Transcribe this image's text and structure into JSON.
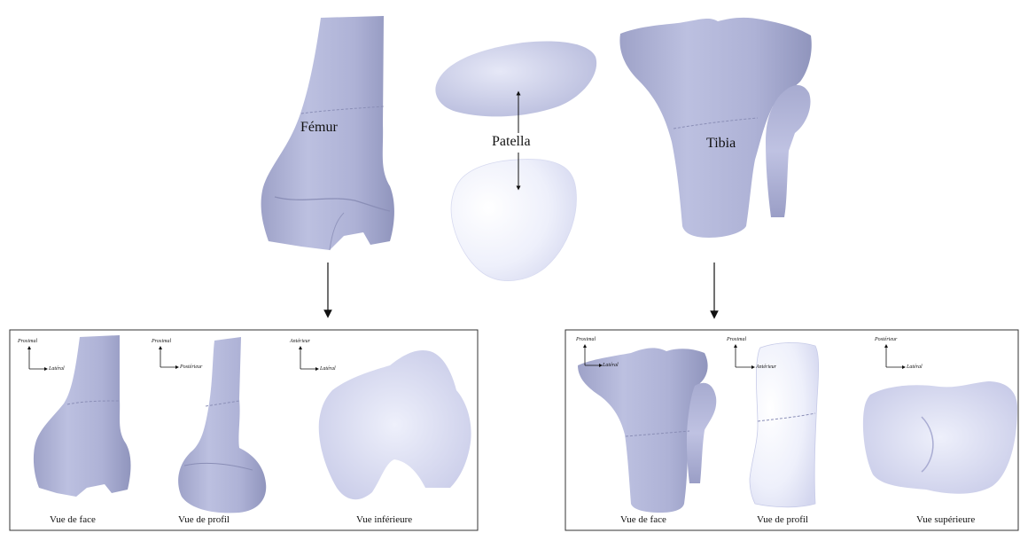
{
  "colors": {
    "bone": "#b3b7d8",
    "bone_light": "#c9cce8",
    "bone_shadow": "#8f93bb",
    "patella_face": "#eceefa",
    "line": "#111111"
  },
  "labels": {
    "femur": "Fémur",
    "patella": "Patella",
    "tibia": "Tibia"
  },
  "femur_panel": {
    "views": [
      {
        "caption": "Vue de face",
        "axis_up": "Proximal",
        "axis_right": "Latéral"
      },
      {
        "caption": "Vue de profil",
        "axis_up": "Proximal",
        "axis_right": "Postérieur"
      },
      {
        "caption": "Vue inférieure",
        "axis_up": "Antérieur",
        "axis_right": "Latéral"
      }
    ]
  },
  "tibia_panel": {
    "views": [
      {
        "caption": "Vue de face",
        "axis_up": "Proximal",
        "axis_right": "Latéral"
      },
      {
        "caption": "Vue de profil",
        "axis_up": "Proximal",
        "axis_right": "Antérieur"
      },
      {
        "caption": "Vue supérieure",
        "axis_up": "Postérieur",
        "axis_right": "Latéral"
      }
    ]
  }
}
